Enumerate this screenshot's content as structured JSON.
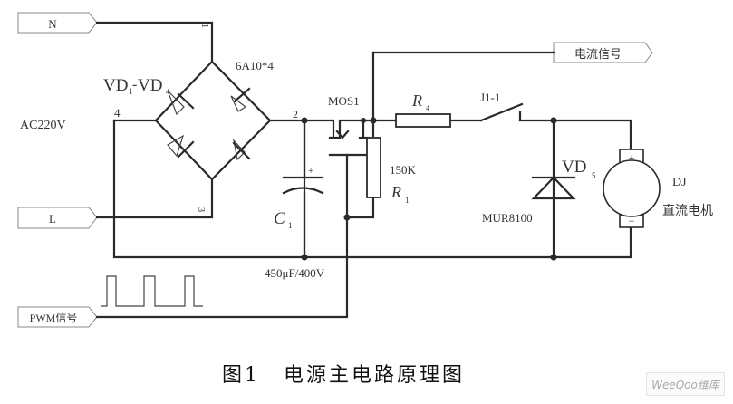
{
  "diagram": {
    "type": "circuit-schematic",
    "ports": {
      "n": "N",
      "l": "L",
      "pwm": "PWM信号",
      "current_signal": "电流信号"
    },
    "labels": {
      "ac_source": "AC220V",
      "bridge": "VD",
      "bridge_sub1": "1",
      "bridge_dash": "-",
      "bridge2": "VD",
      "bridge_sub2": "4",
      "bridge_part": "6A10*4",
      "node1": "1",
      "node2": "2",
      "node3": "3",
      "node4": "4",
      "mosfet": "MOS1",
      "r4": "R",
      "r4_sub": "4",
      "r1": "R",
      "r1_sub": "1",
      "r1_value": "150K",
      "switch": "J1-1",
      "capacitor": "C",
      "capacitor_sub": "1",
      "capacitor_value": "450μF/400V",
      "cap_plus": "+",
      "vd5": "VD",
      "vd5_sub": "5",
      "vd5_part": "MUR8100",
      "motor": "DJ",
      "motor_desc": "直流电机",
      "motor_plus": "+",
      "motor_minus": "−"
    },
    "caption_number": "图1",
    "caption_title": "电源主电路原理图",
    "watermark": "WeeQoo维库"
  }
}
